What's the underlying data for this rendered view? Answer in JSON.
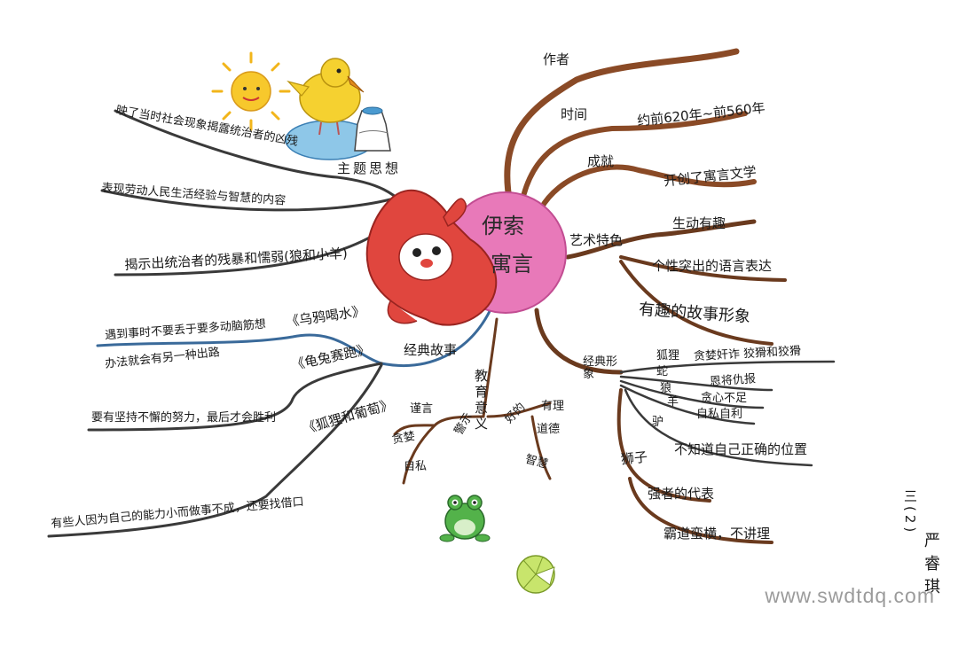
{
  "center": {
    "line1": "伊索",
    "line2": "寓言"
  },
  "right": {
    "author": "作者",
    "time": "时间",
    "time_value": "约前620年~前560年",
    "achievement": "成就",
    "achievement_value": "开创了寓言文学",
    "art": "艺术特色",
    "art_items": [
      "生动有趣",
      "个性突出的语言表达",
      "有趣的故事形象"
    ],
    "classic": "经典形象",
    "fox": "狐狸",
    "fox_trait": "贪婪奸诈 狡猾和狡猾",
    "snake": "蛇",
    "snake_trait": "恩将仇报",
    "wolf": "狼",
    "wolf_trait": "贪心不足",
    "sheep": "羊",
    "sheep_trait": "自私自利",
    "donkey": "驴",
    "donkey_trait": "不知道自己正确的位置",
    "lion": "狮子",
    "lion_trait1": "强者的代表",
    "lion_trait2": "霸道蛮横，不讲理"
  },
  "left": {
    "theme": "主题思想",
    "theme_items": [
      "映了当时社会现象揭露统治者的凶残",
      "表现劳动人民生活经验与智慧的内容",
      "揭示出统治者的残暴和懦弱(狼和小羊)"
    ],
    "classic_stories": "经典故事",
    "story1_title": "《乌鸦喝水》",
    "story1_moral1": "遇到事时不要丢于要多动脑筋想",
    "story1_moral2": "办法就会有另一种出路",
    "story2_title": "《龟兔赛跑》",
    "story2_moral": "要有坚持不懈的努力，最后才会胜利",
    "story3_title": "《狐狸和葡萄》",
    "story3_moral": "有些人因为自己的能力小而做事不成，还要找借口"
  },
  "bottom": {
    "education": "教育意义",
    "warning": "警示",
    "warning_word": "谨言",
    "greed": "贪婪",
    "selfish": "自私",
    "good": "好的",
    "reason": "有理",
    "morality": "道德",
    "wisdom": "智慧"
  },
  "signature": {
    "class": "三(2)",
    "name": "严睿琪"
  },
  "watermark": "www.swdtdq.com",
  "colors": {
    "branch_brown": "#8a4a26",
    "branch_dark": "#3a3a3a",
    "center_pink": "#e879b9",
    "center_red": "#e0463e",
    "sun": "#f7c82c",
    "duck": "#f5d130",
    "stone": "#8ec7e8",
    "frog": "#53b24a",
    "lily": "#c8e56c"
  }
}
